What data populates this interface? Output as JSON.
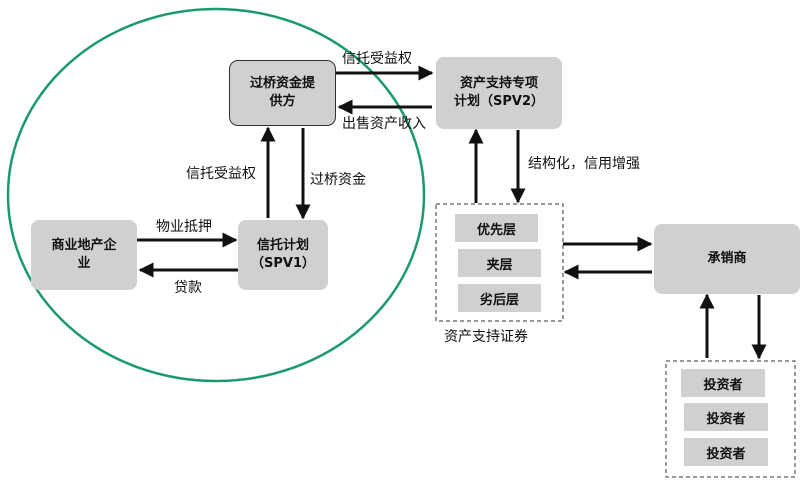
{
  "nodes": {
    "bridge_fund_provider": "过桥资金提\n供方",
    "asset_support_plan": "资产支持专项\n计划（SPV2）",
    "commercial_real_estate": "商业地产企\n业",
    "trust_plan": "信托计划\n（SPV1）",
    "underwriter": "承销商"
  },
  "securities": {
    "group_label": "资产支持证券",
    "tranches": [
      "优先层",
      "夹层",
      "劣后层"
    ]
  },
  "investors": {
    "items": [
      "投资者",
      "投资者",
      "投资者"
    ]
  },
  "edge_labels": {
    "trust_beneficial_right_top": "信托受益权",
    "sale_asset_income": "出售资产收入",
    "trust_beneficial_right_left": "信托受益权",
    "bridge_funds": "过桥资金",
    "structuring_credit_enhancement": "结构化，信用增强",
    "property_mortgage": "物业抵押",
    "loan": "贷款"
  },
  "colors": {
    "circle": "#1a9a6c",
    "box_fill": "#d0d0d0",
    "arrow": "#111111"
  }
}
